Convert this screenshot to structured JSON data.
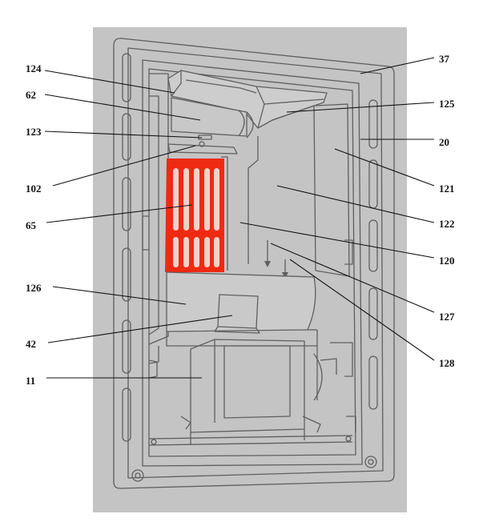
{
  "colors": {
    "page": "#ffffff",
    "panel": "#c4c4c4",
    "line": "#5f5f5f",
    "grate": "#ee2a12",
    "label": "#111111"
  },
  "labels": {
    "l37": "37",
    "l124": "124",
    "l62": "62",
    "l125": "125",
    "l123": "123",
    "l20": "20",
    "l102": "102",
    "l121": "121",
    "l65": "65",
    "l122": "122",
    "l120": "120",
    "l126": "126",
    "l127": "127",
    "l42": "42",
    "l128": "128",
    "l11": "11"
  }
}
